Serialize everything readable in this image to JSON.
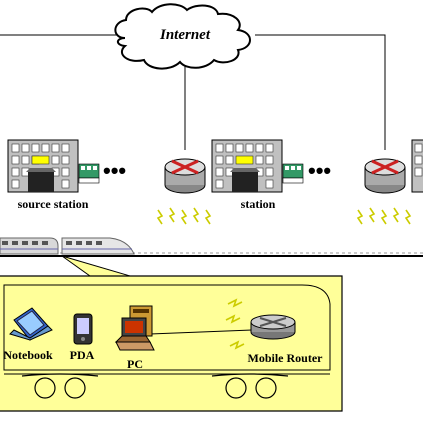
{
  "cloud": {
    "label": "Internet"
  },
  "stations": [
    {
      "label": "source station"
    },
    {
      "label": "station"
    }
  ],
  "train_car": {
    "devices": [
      {
        "label": "Notebook",
        "icon": "laptop-icon"
      },
      {
        "label": "PDA",
        "icon": "pda-icon"
      },
      {
        "label": "PC",
        "icon": "pc-icon"
      },
      {
        "label": "Mobile Router",
        "icon": "router-icon"
      }
    ]
  },
  "colors": {
    "car_fill": "#ffff99",
    "line": "#000000",
    "router_red": "#cc2222",
    "router_body": "#aaaaaa",
    "building_gray": "#c0c0c0",
    "window_yellow": "#ffff00",
    "train_green": "#339966",
    "bullet_train_gray": "#d9d9d9"
  }
}
